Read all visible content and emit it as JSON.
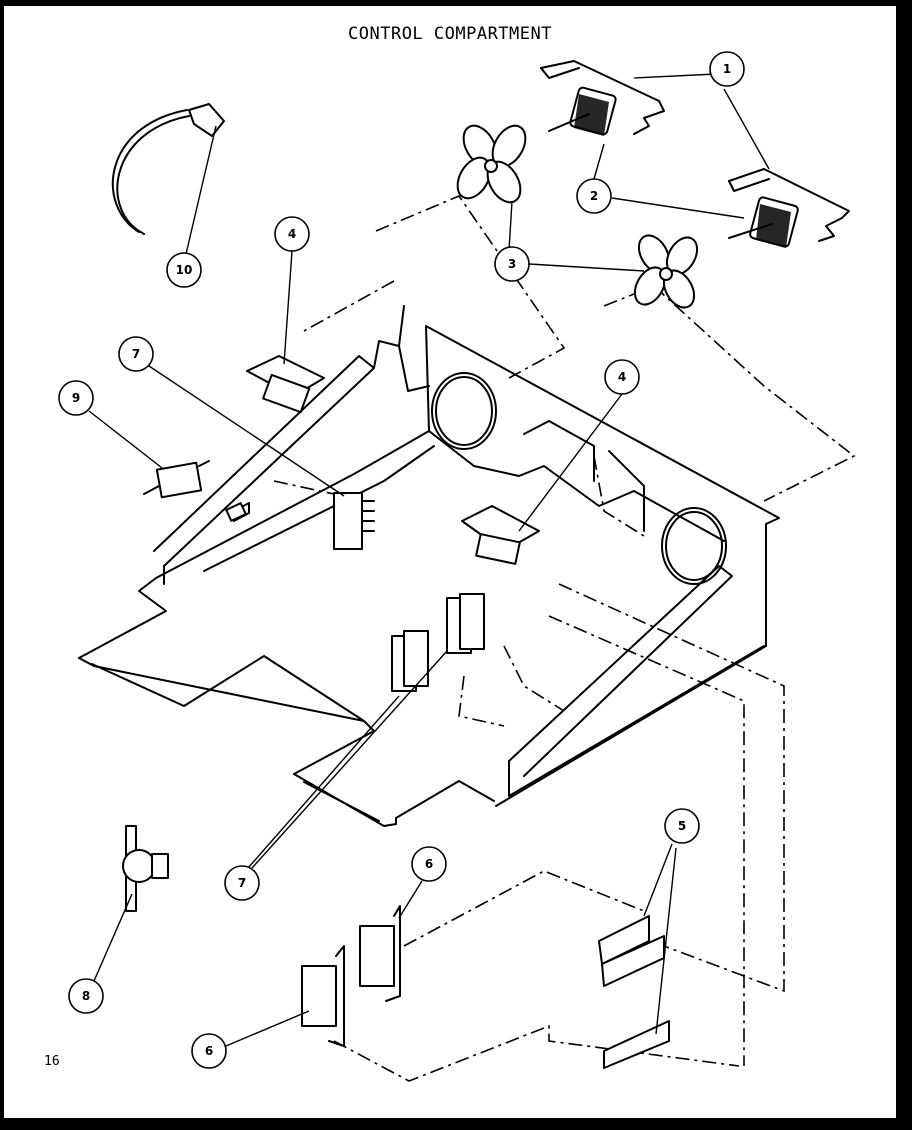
{
  "diagram": {
    "title": "CONTROL COMPARTMENT",
    "page_number": "16",
    "callouts": [
      "1",
      "2",
      "3",
      "4",
      "5",
      "6",
      "7",
      "8",
      "9",
      "10"
    ]
  }
}
